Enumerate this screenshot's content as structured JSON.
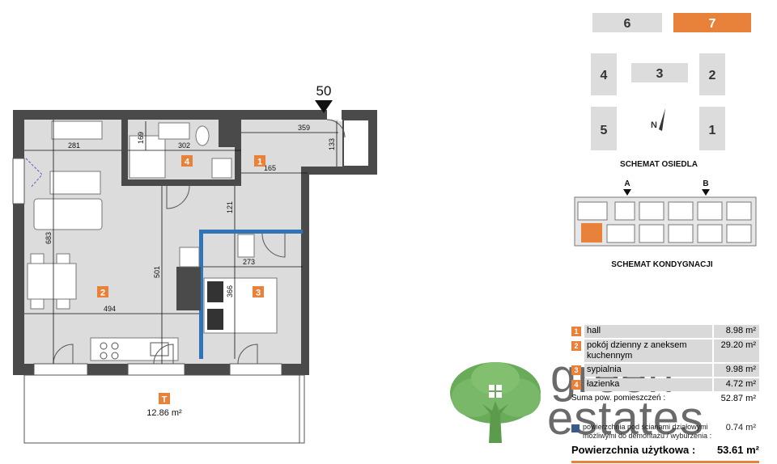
{
  "section_marker": "50",
  "rooms": [
    {
      "num": "1",
      "name": "hall",
      "area": "8.98 m²"
    },
    {
      "num": "2",
      "name": "pokój dzienny z aneksem kuchennym",
      "area": "29.20 m²"
    },
    {
      "num": "3",
      "name": "sypialnia",
      "area": "9.98 m²"
    },
    {
      "num": "4",
      "name": "łazienka",
      "area": "4.72 m²"
    }
  ],
  "terrace": {
    "label": "T",
    "area": "12.86 m²"
  },
  "dimensions": {
    "d281": "281",
    "d302": "302",
    "d169": "169",
    "d359": "359",
    "d133": "133",
    "d165": "165",
    "d121": "121",
    "d683": "683",
    "d501": "501",
    "d273": "273",
    "d366": "366",
    "d494": "494"
  },
  "estate_blocks": [
    "6",
    "7",
    "4",
    "3",
    "2",
    "5",
    "1"
  ],
  "compass_label": "N",
  "estate_caption": "SCHEMAT OSIEDLA",
  "floor_section_labels": [
    "A",
    "B"
  ],
  "floor_caption": "SCHEMAT KONDYGNACJI",
  "legend": {
    "sum_label": "Suma pow. pomieszczeń :",
    "sum_value": "52.87 m²",
    "wall_note": "powierzchnia pod ścianami działowymi możliwymi do demontażu / wyburzenia :",
    "wall_value": "0.74 m²",
    "total_label": "Powierzchnia użytkowa :",
    "total_value": "53.61 m²"
  },
  "logo": {
    "line1": "green",
    "line2": "estates"
  },
  "colors": {
    "accent": "#e8823a",
    "wall": "#4a4a4a",
    "floor": "#dcdcdc",
    "bedroom_wall": "#2f73b9",
    "tree": "#6aab5a"
  }
}
